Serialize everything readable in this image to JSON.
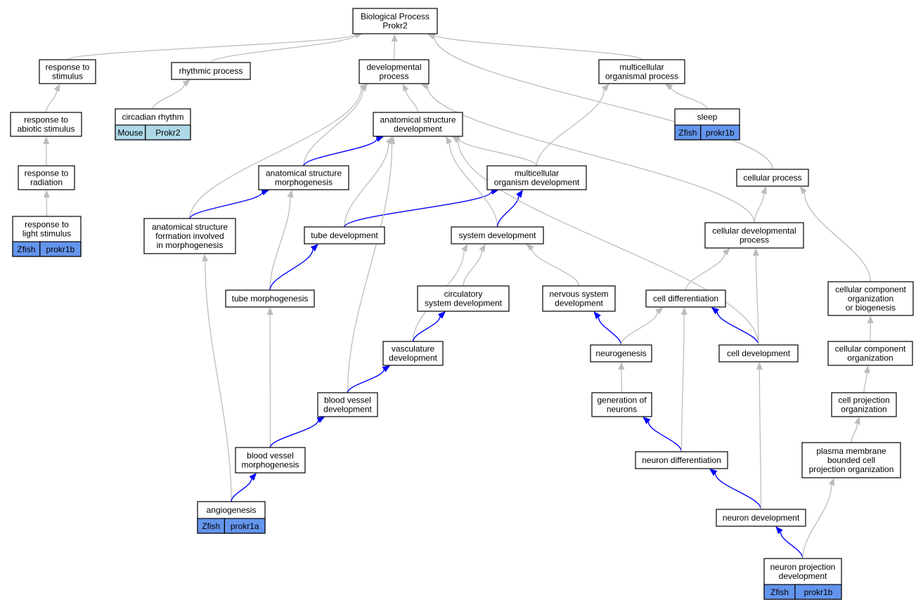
{
  "colors": {
    "edge_regular": "#bdbdbd",
    "edge_highlight": "#0000ff",
    "tag_zfish": "#6495ed",
    "tag_mouse": "#add8e6"
  },
  "nodes": {
    "bp": {
      "lines": [
        "Biological Process",
        "Prokr2"
      ]
    },
    "rts": {
      "lines": [
        "response to",
        "stimulus"
      ]
    },
    "rhy": {
      "lines": [
        "rhythmic process"
      ]
    },
    "dev": {
      "lines": [
        "developmental",
        "process"
      ]
    },
    "mop": {
      "lines": [
        "multicellular",
        "organismal process"
      ]
    },
    "ras": {
      "lines": [
        "response to",
        "abiotic stimulus"
      ]
    },
    "cir": {
      "lines": [
        "circadian rhythm"
      ],
      "tags": [
        "Mouse",
        "Prokr2"
      ]
    },
    "asd": {
      "lines": [
        "anatomical structure",
        "development"
      ]
    },
    "slp": {
      "lines": [
        "sleep"
      ],
      "tags": [
        "Zfish",
        "prokr1b"
      ]
    },
    "rad": {
      "lines": [
        "response to",
        "radiation"
      ]
    },
    "asm": {
      "lines": [
        "anatomical structure",
        "morphogenesis"
      ]
    },
    "mod": {
      "lines": [
        "multicellular",
        "organism development"
      ]
    },
    "cp": {
      "lines": [
        "cellular process"
      ]
    },
    "rls": {
      "lines": [
        "response to",
        "light stimulus"
      ],
      "tags": [
        "Zfish",
        "prokr1b"
      ]
    },
    "asf": {
      "lines": [
        "anatomical structure",
        "formation involved",
        "in morphogenesis"
      ]
    },
    "tdv": {
      "lines": [
        "tube development"
      ]
    },
    "sdv": {
      "lines": [
        "system development"
      ]
    },
    "cdp": {
      "lines": [
        "cellular developmental",
        "process"
      ]
    },
    "tmo": {
      "lines": [
        "tube morphogenesis"
      ]
    },
    "csd": {
      "lines": [
        "circulatory",
        "system development"
      ]
    },
    "nsd": {
      "lines": [
        "nervous system",
        "development"
      ]
    },
    "cdf": {
      "lines": [
        "cell differentiation"
      ]
    },
    "cco": {
      "lines": [
        "cellular component",
        "organization",
        "or biogenesis"
      ]
    },
    "vas": {
      "lines": [
        "vasculature",
        "development"
      ]
    },
    "neu": {
      "lines": [
        "neurogenesis"
      ]
    },
    "cde": {
      "lines": [
        "cell development"
      ]
    },
    "cc2": {
      "lines": [
        "cellular component",
        "organization"
      ]
    },
    "bvd": {
      "lines": [
        "blood vessel",
        "development"
      ]
    },
    "gon": {
      "lines": [
        "generation of",
        "neurons"
      ]
    },
    "cpo": {
      "lines": [
        "cell projection",
        "organization"
      ]
    },
    "bvm": {
      "lines": [
        "blood vessel",
        "morphogenesis"
      ]
    },
    "ndf": {
      "lines": [
        "neuron differentiation"
      ]
    },
    "pmb": {
      "lines": [
        "plasma membrane",
        "bounded cell",
        "projection organization"
      ]
    },
    "ang": {
      "lines": [
        "angiogenesis"
      ],
      "tags": [
        "Zfish",
        "prokr1a"
      ]
    },
    "ndv": {
      "lines": [
        "neuron development"
      ]
    },
    "npd": {
      "lines": [
        "neuron projection",
        "development"
      ],
      "tags": [
        "Zfish",
        "prokr1b"
      ]
    }
  },
  "edges": [
    {
      "from": "rts",
      "to": "bp",
      "type": "regular"
    },
    {
      "from": "rhy",
      "to": "bp",
      "type": "regular"
    },
    {
      "from": "dev",
      "to": "bp",
      "type": "regular"
    },
    {
      "from": "mop",
      "to": "bp",
      "type": "regular"
    },
    {
      "from": "cp",
      "to": "bp",
      "type": "regular"
    },
    {
      "from": "ras",
      "to": "rts",
      "type": "regular"
    },
    {
      "from": "cir",
      "to": "rhy",
      "type": "regular"
    },
    {
      "from": "asd",
      "to": "dev",
      "type": "regular"
    },
    {
      "from": "slp",
      "to": "mop",
      "type": "regular"
    },
    {
      "from": "rad",
      "to": "ras",
      "type": "regular"
    },
    {
      "from": "asm",
      "to": "dev",
      "type": "regular"
    },
    {
      "from": "asm",
      "to": "asd",
      "type": "highlight"
    },
    {
      "from": "mod",
      "to": "asd",
      "type": "regular"
    },
    {
      "from": "mod",
      "to": "mop",
      "type": "regular"
    },
    {
      "from": "rls",
      "to": "rad",
      "type": "regular"
    },
    {
      "from": "asf",
      "to": "dev",
      "type": "regular"
    },
    {
      "from": "asf",
      "to": "asm",
      "type": "highlight"
    },
    {
      "from": "tdv",
      "to": "asd",
      "type": "regular"
    },
    {
      "from": "tdv",
      "to": "mod",
      "type": "highlight"
    },
    {
      "from": "sdv",
      "to": "asd",
      "type": "regular"
    },
    {
      "from": "sdv",
      "to": "mod",
      "type": "highlight"
    },
    {
      "from": "cdp",
      "to": "dev",
      "type": "regular"
    },
    {
      "from": "cdp",
      "to": "cp",
      "type": "regular"
    },
    {
      "from": "tmo",
      "to": "asm",
      "type": "regular"
    },
    {
      "from": "tmo",
      "to": "tdv",
      "type": "highlight"
    },
    {
      "from": "csd",
      "to": "sdv",
      "type": "regular"
    },
    {
      "from": "nsd",
      "to": "sdv",
      "type": "regular"
    },
    {
      "from": "cdf",
      "to": "cdp",
      "type": "regular"
    },
    {
      "from": "cco",
      "to": "cp",
      "type": "regular"
    },
    {
      "from": "vas",
      "to": "sdv",
      "type": "regular"
    },
    {
      "from": "vas",
      "to": "csd",
      "type": "highlight"
    },
    {
      "from": "neu",
      "to": "nsd",
      "type": "highlight"
    },
    {
      "from": "neu",
      "to": "cdf",
      "type": "regular"
    },
    {
      "from": "cde",
      "to": "cdf",
      "type": "highlight"
    },
    {
      "from": "cde",
      "to": "cdp",
      "type": "regular"
    },
    {
      "from": "cde",
      "to": "asd",
      "type": "regular"
    },
    {
      "from": "cc2",
      "to": "cco",
      "type": "regular"
    },
    {
      "from": "bvd",
      "to": "asd",
      "type": "regular"
    },
    {
      "from": "bvd",
      "to": "vas",
      "type": "highlight"
    },
    {
      "from": "gon",
      "to": "neu",
      "type": "regular"
    },
    {
      "from": "cpo",
      "to": "cc2",
      "type": "regular"
    },
    {
      "from": "bvm",
      "to": "tmo",
      "type": "regular"
    },
    {
      "from": "bvm",
      "to": "bvd",
      "type": "highlight"
    },
    {
      "from": "ndf",
      "to": "gon",
      "type": "highlight"
    },
    {
      "from": "ndf",
      "to": "cdf",
      "type": "regular"
    },
    {
      "from": "pmb",
      "to": "cpo",
      "type": "regular"
    },
    {
      "from": "ang",
      "to": "asf",
      "type": "regular"
    },
    {
      "from": "ang",
      "to": "bvm",
      "type": "highlight"
    },
    {
      "from": "ndv",
      "to": "ndf",
      "type": "highlight"
    },
    {
      "from": "ndv",
      "to": "cde",
      "type": "regular"
    },
    {
      "from": "npd",
      "to": "ndv",
      "type": "highlight"
    },
    {
      "from": "npd",
      "to": "pmb",
      "type": "regular"
    }
  ]
}
